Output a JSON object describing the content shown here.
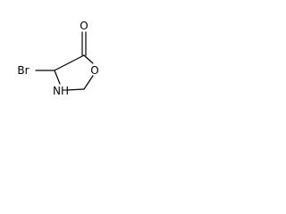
{
  "molecule": {
    "atoms": {
      "carbonyl_oxygen": "O",
      "ring_oxygen": "O",
      "nitrogen": "NH",
      "bromine": "Br"
    }
  }
}
